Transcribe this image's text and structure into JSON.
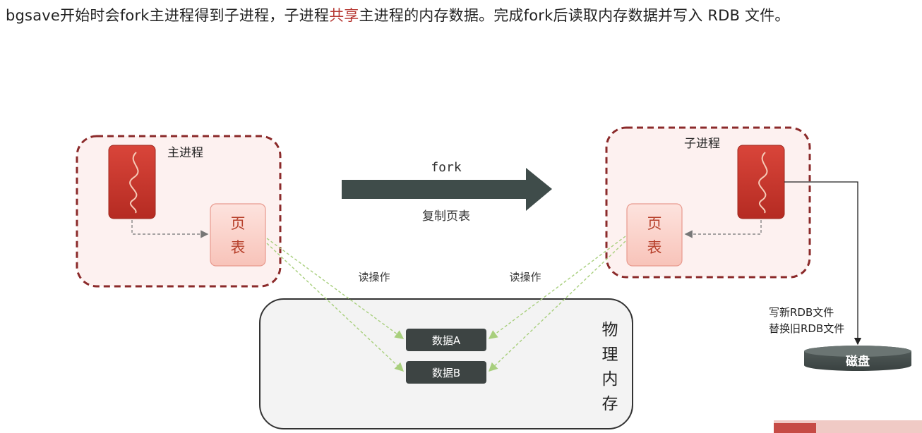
{
  "headline": {
    "part1": "bgsave开始时会fork主进程得到子进程，子进程",
    "highlight": "共享",
    "part2": "主进程的内存数据。完成fork后读取内存数据并写入 RDB 文件。"
  },
  "main_process": {
    "label": "主进程",
    "page_table_line1": "页",
    "page_table_line2": "表"
  },
  "child_process": {
    "label": "子进程",
    "page_table_line1": "页",
    "page_table_line2": "表"
  },
  "fork_arrow": {
    "label_top": "fork",
    "label_bottom": "复制页表"
  },
  "read_ops": {
    "left": "读操作",
    "right": "读操作"
  },
  "memory": {
    "label_chars": [
      "物",
      "理",
      "内",
      "存"
    ],
    "data_a": "数据A",
    "data_b": "数据B"
  },
  "disk": {
    "note_line1": "写新RDB文件",
    "note_line2": "替换旧RDB文件",
    "label": "磁盘"
  },
  "colors": {
    "highlight": "#b73a35",
    "process_border": "#8b2a2a",
    "process_fill": "#fdf1f0",
    "thread_red": "#c8352b",
    "page_table_fill": "#fbd3cc",
    "arrow_dark": "#3f4c4a",
    "data_box": "#3d4443",
    "memory_fill": "#f3f3f3",
    "read_line": "#a8cf7d"
  }
}
